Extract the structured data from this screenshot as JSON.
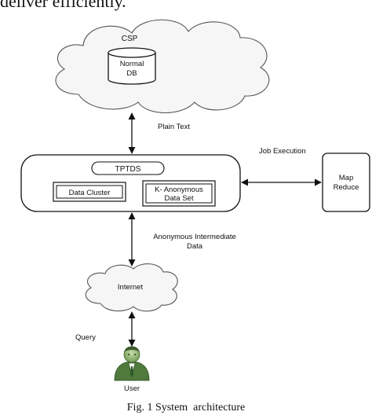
{
  "header_fragment": "deliver efficiently.",
  "nodes": {
    "csp": "CSP",
    "normal_db_line1": "Normal",
    "normal_db_line2": "DB",
    "tptds": "TPTDS",
    "data_cluster": "Data Cluster",
    "k_anon_line1": "K- Anonymous",
    "k_anon_line2": "Data Set",
    "map_reduce_line1": "Map",
    "map_reduce_line2": "Reduce",
    "internet": "Internet",
    "user": "User"
  },
  "edges": {
    "plain_text": "Plain Text",
    "job_execution": "Job Execution",
    "anon_line1": "Anonymous Intermediate",
    "anon_line2": "Data",
    "query": "Query"
  },
  "caption": "Fig. 1 System  architecture"
}
